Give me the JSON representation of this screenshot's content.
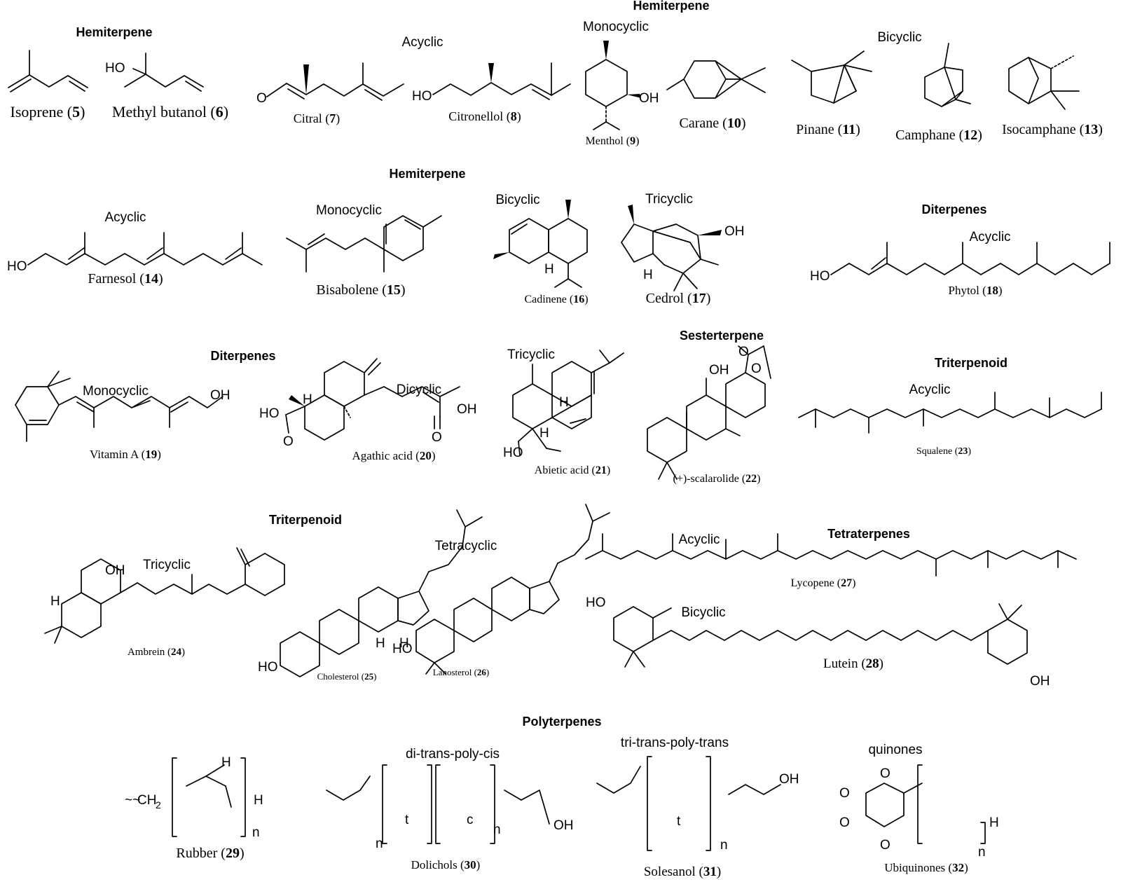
{
  "sections": {
    "hemi_top": "Hemiterpene",
    "hemi_left": "Hemiterpene",
    "hemi_mid": "Hemiterpene",
    "diterpenes_right": "Diterpenes",
    "diterpenes_left": "Diterpenes",
    "sesterterpene": "Sesterterpene",
    "triterpenoid_right": "Triterpenoid",
    "triterpenoid_left": "Triterpenoid",
    "tetraterpenes": "Tetraterpenes",
    "polyterpenes": "Polyterpenes"
  },
  "classes": {
    "acyclic_1": "Acyclic",
    "monocyclic_1": "Monocyclic",
    "bicyclic_1": "Bicyclic",
    "acyclic_2": "Acyclic",
    "monocyclic_2": "Monocyclic",
    "bicyclic_2": "Bicyclic",
    "tricyclic_2": "Tricyclic",
    "acyclic_3": "Acyclic",
    "monocyclic_3": "Monocyclic",
    "dicyclic_3": "Dicyclic",
    "tricyclic_3": "Tricyclic",
    "acyclic_4": "Acyclic",
    "tricyclic_5": "Tricyclic",
    "tetracyclic_5": "Tetracyclic",
    "acyclic_5": "Acyclic",
    "bicyclic_5": "Bicyclic",
    "dolichol_type": "di-trans-poly-cis",
    "solesanol_type": "tri-trans-poly-trans",
    "quinones": "quinones"
  },
  "compounds": [
    {
      "name": "Isoprene",
      "num": "5"
    },
    {
      "name": "Methyl butanol",
      "num": "6"
    },
    {
      "name": "Citral",
      "num": "7"
    },
    {
      "name": "Citronellol",
      "num": "8"
    },
    {
      "name": "Menthol",
      "num": "9"
    },
    {
      "name": "Carane",
      "num": "10"
    },
    {
      "name": "Pinane",
      "num": "11"
    },
    {
      "name": "Camphane",
      "num": "12"
    },
    {
      "name": "Isocamphane",
      "num": "13"
    },
    {
      "name": "Farnesol",
      "num": "14"
    },
    {
      "name": "Bisabolene",
      "num": "15"
    },
    {
      "name": "Cadinene",
      "num": "16"
    },
    {
      "name": "Cedrol",
      "num": "17"
    },
    {
      "name": "Phytol",
      "num": "18"
    },
    {
      "name": "Vitamin A",
      "num": "19"
    },
    {
      "name": "Agathic acid",
      "num": "20"
    },
    {
      "name": "Abietic acid",
      "num": "21"
    },
    {
      "name": "(+)-scalarolide",
      "num": "22"
    },
    {
      "name": "Squalene",
      "num": "23"
    },
    {
      "name": "Ambrein",
      "num": "24"
    },
    {
      "name": "Cholesterol",
      "num": "25"
    },
    {
      "name": "Lanosterol",
      "num": "26"
    },
    {
      "name": "Lycopene",
      "num": "27"
    },
    {
      "name": "Lutein",
      "num": "28"
    },
    {
      "name": "Rubber",
      "num": "29"
    },
    {
      "name": "Dolichols",
      "num": "30"
    },
    {
      "name": "Solesanol",
      "num": "31"
    },
    {
      "name": "Ubiquinones",
      "num": "32"
    }
  ],
  "atoms": {
    "ho": "HO",
    "oh": "OH",
    "h": "H",
    "o": "O",
    "n": "n",
    "t": "t",
    "c": "c",
    "ch2": "CH",
    "h2c": "H",
    "two": "2",
    "wave": "~~"
  }
}
